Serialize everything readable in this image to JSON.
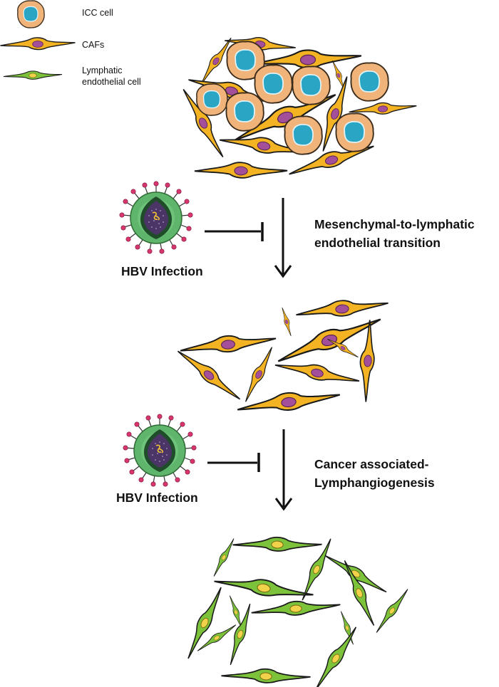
{
  "legend": {
    "items": [
      {
        "label": "ICC cell",
        "icon": "icc-cell-icon"
      },
      {
        "label": "CAFs",
        "icon": "caf-cell-icon"
      },
      {
        "label_line1": "Lymphatic",
        "label_line2": "endothelial cell",
        "icon": "lymphatic-endothelial-cell-icon"
      }
    ]
  },
  "steps": [
    {
      "inhibitor_label": "HBV Infection",
      "process_line1": "Mesenchymal-to-lymphatic",
      "process_line2": "endothelial transition"
    },
    {
      "inhibitor_label": "HBV Infection",
      "process_line1": "Cancer associated-",
      "process_line2": "Lymphangiogenesis"
    }
  ],
  "colors": {
    "icc_cytoplasm": "#f0b47a",
    "icc_nucleus": "#2aa6c4",
    "caf_body": "#f3b322",
    "caf_nucleus": "#a44f9a",
    "lec_body": "#7cc23a",
    "lec_nucleus": "#f2d24a",
    "virus_envelope": "#5fb56b",
    "virus_core": "#4a3566",
    "virus_spike": "#d6356f",
    "outline": "#1a1a1a"
  }
}
